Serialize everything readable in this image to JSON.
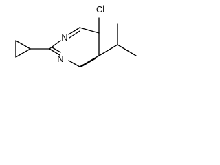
{
  "molecule": {
    "atoms": [
      {
        "id": "n1",
        "symbol": "N"
      },
      {
        "id": "n3",
        "symbol": "N"
      },
      {
        "id": "cl",
        "symbol": "Cl"
      }
    ]
  },
  "colors": {
    "bond": "#000000",
    "label": "#000000",
    "background": "#ffffff"
  }
}
